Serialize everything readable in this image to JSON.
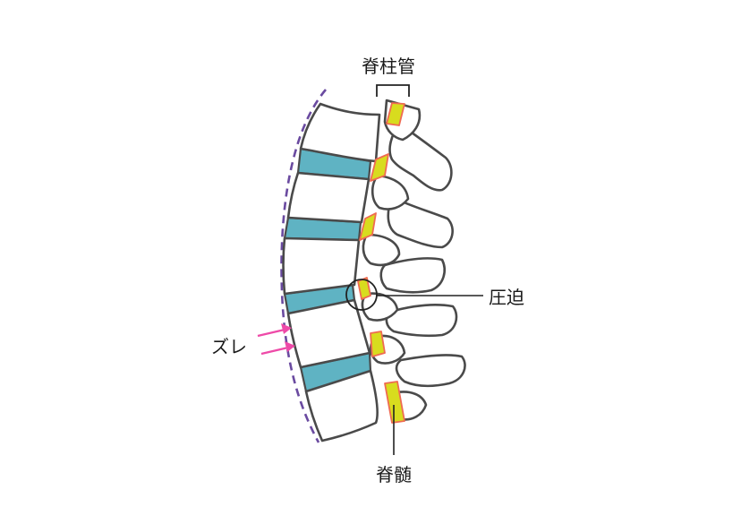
{
  "labels": {
    "spinal_canal": "脊柱管",
    "compression": "圧迫",
    "slippage": "ズレ",
    "spinal_cord": "脊髄"
  },
  "colors": {
    "outline": "#4a4a4a",
    "bone_fill": "#ffffff",
    "disc": "#5fb3c3",
    "canal_fill": "#d8dc1e",
    "canal_edge": "#ef6a52",
    "curve_dashed": "#6a4aa0",
    "arrow": "#ee4aa8",
    "leader_line": "#222222"
  },
  "icons": {
    "slippage_arrows": "right-arrow-icon",
    "compression_marker": "circle-outline-icon"
  }
}
